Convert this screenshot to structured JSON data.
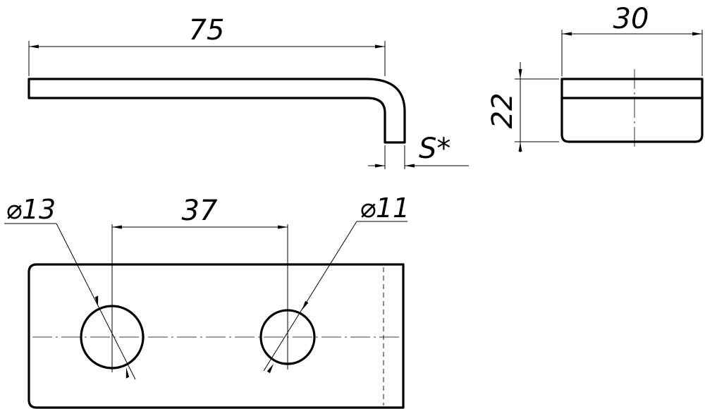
{
  "dimensions": {
    "length": "75",
    "width": "30",
    "height": "22",
    "thickness": "S*",
    "hole_spacing": "37",
    "hole_large": "⌀13",
    "hole_small": "⌀11"
  }
}
